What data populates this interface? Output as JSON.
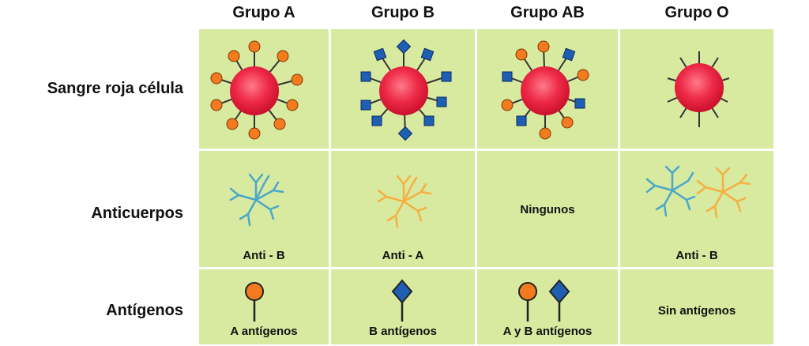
{
  "columns": [
    "Grupo A",
    "Grupo B",
    "Grupo AB",
    "Grupo O"
  ],
  "rows": [
    "Sangre roja célula",
    "Anticuerpos",
    "Antígenos"
  ],
  "antibodies": {
    "a": "Anti - B",
    "b": "Anti - A",
    "ab": "Ningunos",
    "o": "Anti - B"
  },
  "antigens": {
    "a": "A antígenos",
    "b": "B antígenos",
    "ab": "A y B antígenos",
    "o": "Sin antígenos"
  },
  "colors": {
    "cell_bg": "#d8e9a0",
    "rbc": "#ee2a47",
    "antigen_a": "#f47a20",
    "antigen_b": "#1e5fb4",
    "antibody_blue": "#4aa8c8",
    "antibody_orange": "#f5b042"
  },
  "icons": [
    "red-blood-cell-icon",
    "antigen-a-icon",
    "antigen-b-icon",
    "antibody-icon"
  ]
}
